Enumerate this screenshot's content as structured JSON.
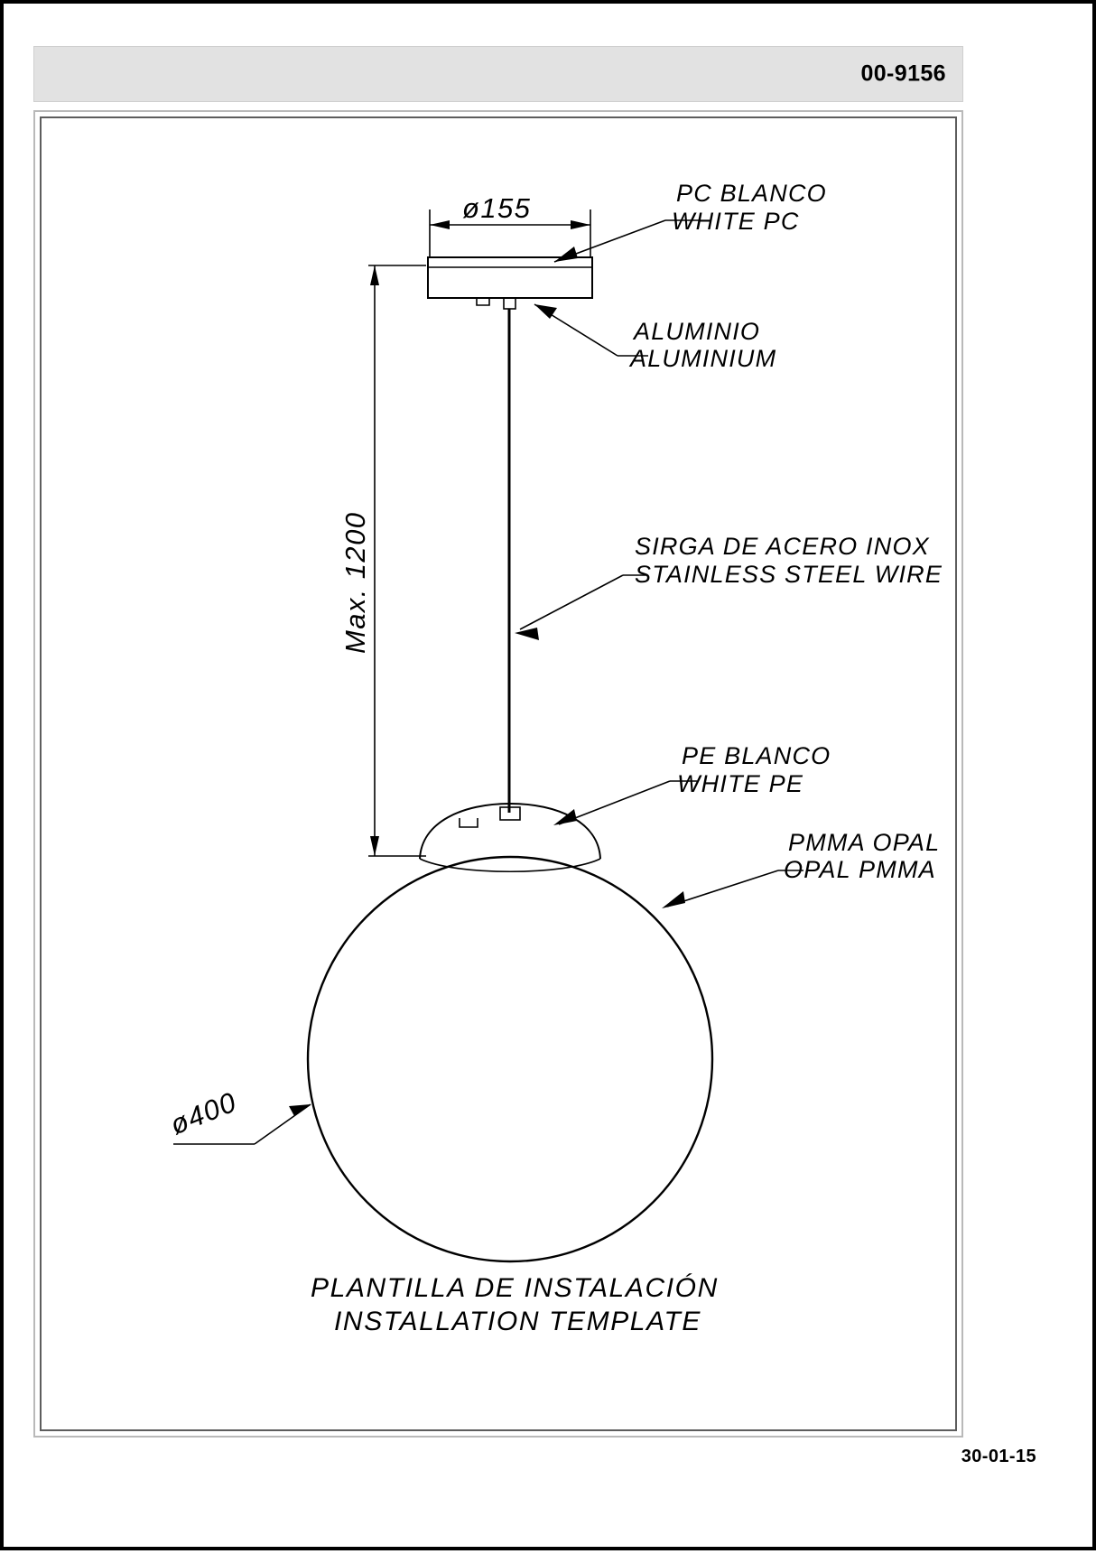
{
  "header": {
    "code": "00-9156"
  },
  "footer": {
    "code": "30-01-15"
  },
  "drawing": {
    "title_es": "PLANTILLA  DE  INSTALACIÓN",
    "title_en": "INSTALLATION  TEMPLATE",
    "dimensions": {
      "canopy_diameter": "ø155",
      "drop_length": "Max.  1200",
      "globe_diameter": "ø400"
    },
    "callouts": [
      {
        "id": "canopy-cover",
        "es": "PC  BLANCO",
        "en": "WHITE  PC"
      },
      {
        "id": "canopy-body",
        "es": "ALUMINIO",
        "en": "ALUMINIUM"
      },
      {
        "id": "suspension-wire",
        "es": "SIRGA  DE  ACERO  INOX",
        "en": "STAINLESS  STEEL  WIRE"
      },
      {
        "id": "globe-cap",
        "es": "PE  BLANCO",
        "en": "WHITE  PE"
      },
      {
        "id": "globe-diffuser",
        "es": "PMMA  OPAL",
        "en": "OPAL  PMMA"
      }
    ]
  },
  "colors": {
    "line": "#000000",
    "header_band": "#e2e2e2",
    "frame_outer": "#b9b9b9",
    "frame_inner": "#5d5d5d",
    "page": "#ffffff"
  }
}
